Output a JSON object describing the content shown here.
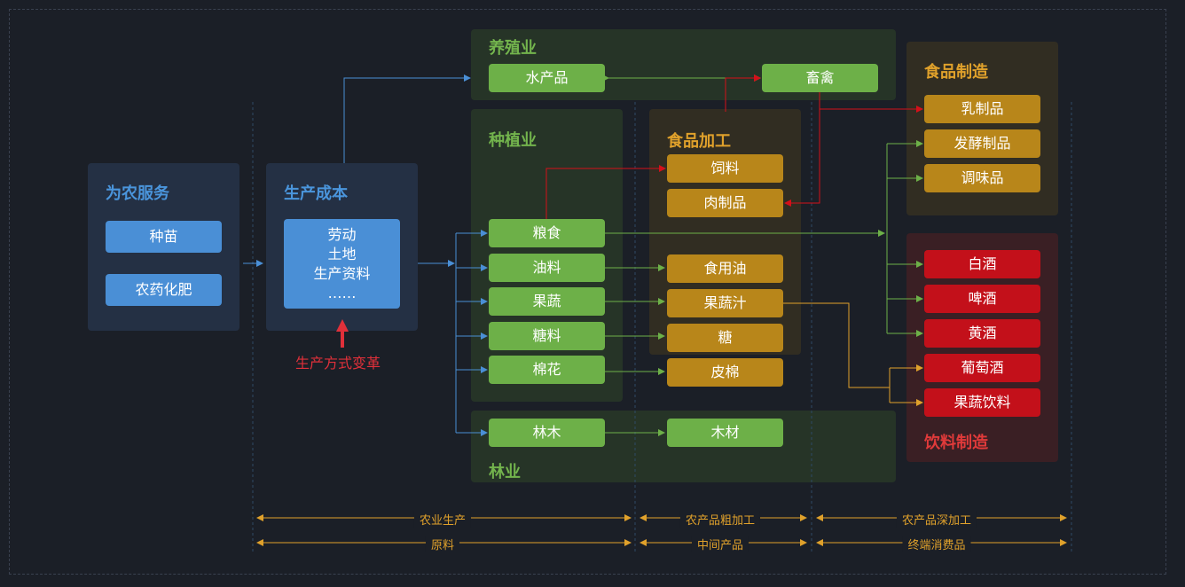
{
  "panels": {
    "nongfuwu": {
      "title": "为农服务",
      "items": [
        "种苗",
        "农药化肥"
      ]
    },
    "chengben": {
      "title": "生产成本",
      "lines": [
        "劳动",
        "土地",
        "生产资料",
        "……"
      ],
      "reform": "生产方式变革"
    },
    "yangzhi": {
      "title": "养殖业",
      "items": [
        "水产品",
        "畜禽"
      ]
    },
    "zhongzhi": {
      "title": "种植业",
      "items": [
        "粮食",
        "油料",
        "果蔬",
        "糖料",
        "棉花"
      ]
    },
    "linye": {
      "title": "林业",
      "items": [
        "林木",
        "木材"
      ]
    },
    "jiagong": {
      "title": "食品加工",
      "items": [
        "饲料",
        "肉制品",
        "食用油",
        "果蔬汁",
        "糖",
        "皮棉"
      ]
    },
    "zhizao": {
      "title": "食品制造",
      "items": [
        "乳制品",
        "发酵制品",
        "调味品"
      ]
    },
    "yinliao": {
      "title": "饮料制造",
      "items": [
        "白酒",
        "啤酒",
        "黄酒",
        "葡萄酒",
        "果蔬饮料"
      ]
    }
  },
  "bottom": {
    "row1": [
      "农业生产",
      "农产品粗加工",
      "农产品深加工"
    ],
    "row2": [
      "原料",
      "中间产品",
      "终端消费品"
    ]
  },
  "colors": {
    "blue": "#4a8fd6",
    "green": "#6db048",
    "gold": "#b8861a",
    "red": "#c3101a"
  }
}
